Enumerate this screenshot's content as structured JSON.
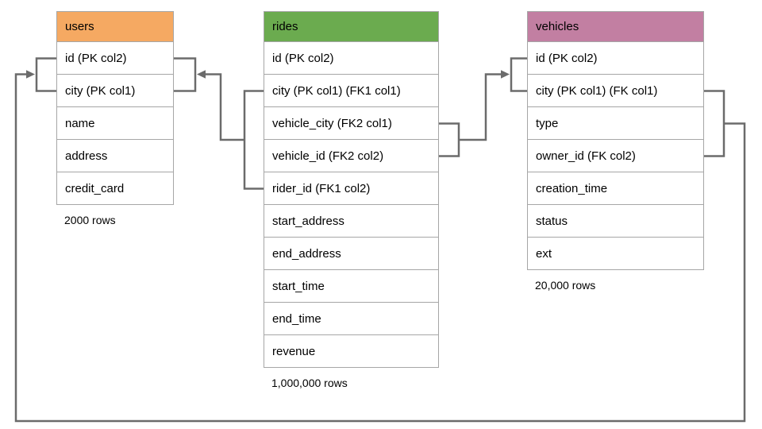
{
  "canvas": {
    "background": "#FFFFFF",
    "connector_color": "#6B6B6B",
    "cell_border_color": "#A6A6A6"
  },
  "tables": [
    {
      "name": "users",
      "header": "users",
      "header_color": "#F5A962",
      "columns": [
        "id (PK col2)",
        "city (PK col1)",
        "name",
        "address",
        "credit_card"
      ],
      "row_count_label": "2000 rows"
    },
    {
      "name": "rides",
      "header": "rides",
      "header_color": "#6BAB4F",
      "columns": [
        "id (PK col2)",
        "city (PK col1) (FK1 col1)",
        "vehicle_city (FK2 col1)",
        "vehicle_id (FK2 col2)",
        "rider_id (FK1 col2)",
        "start_address",
        "end_address",
        "start_time",
        "end_time",
        "revenue"
      ],
      "row_count_label": "1,000,000 rows"
    },
    {
      "name": "vehicles",
      "header": "vehicles",
      "header_color": "#C27FA2",
      "columns": [
        "id (PK col2)",
        "city (PK col1) (FK col1)",
        "type",
        "owner_id (FK col2)",
        "creation_time",
        "status",
        "ext"
      ],
      "row_count_label": "20,000 rows"
    }
  ],
  "connectors": [
    {
      "name": "rides-to-users",
      "from": "rides (city FK1 col1, rider_id FK1 col2)",
      "to": "users (city PK col1, id PK col2)"
    },
    {
      "name": "rides-to-vehicles",
      "from": "rides (vehicle_city FK2 col1, vehicle_id FK2 col2)",
      "to": "vehicles (city PK col1, id PK col2)"
    },
    {
      "name": "vehicles-to-users",
      "from": "vehicles (city FK col1, owner_id FK col2)",
      "to": "users (city PK col1, id PK col2)"
    }
  ]
}
